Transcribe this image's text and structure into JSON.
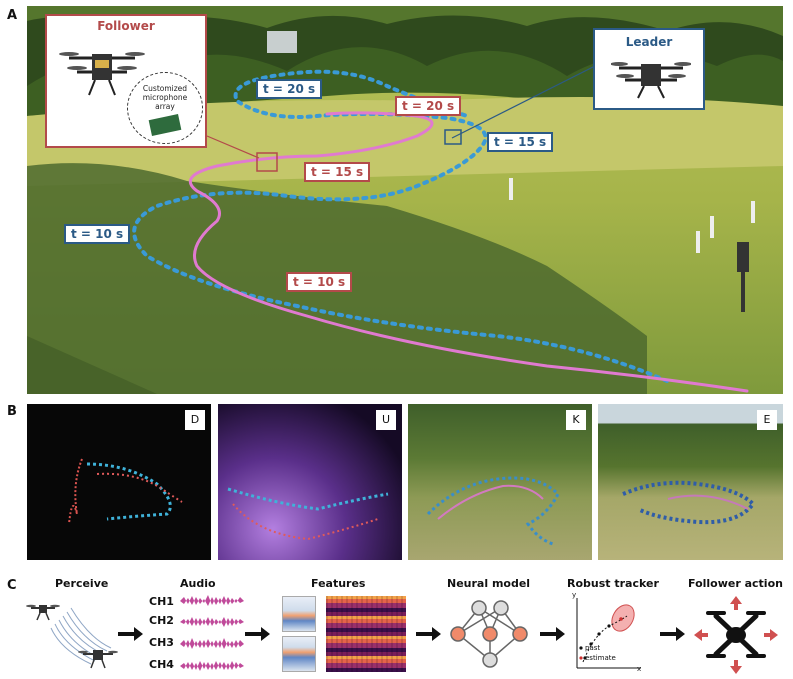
{
  "panel_a": {
    "letter": "A",
    "follower_title": "Follower",
    "mic_label": "Customized microphone array",
    "leader_title": "Leader",
    "blue_labels": [
      "t = 20 s",
      "t = 15 s",
      "t = 10 s"
    ],
    "red_labels": [
      "t = 20 s",
      "t = 15 s",
      "t = 10 s"
    ]
  },
  "panel_b": {
    "letter": "B",
    "tiles": [
      "D",
      "U",
      "K",
      "E"
    ]
  },
  "panel_c": {
    "letter": "C",
    "steps": [
      "Perceive",
      "Audio",
      "Features",
      "Neural model",
      "Robust tracker",
      "Follower action"
    ],
    "channels": [
      "CH1",
      "CH2",
      "CH3",
      "CH4"
    ],
    "tracker_legend": [
      "past",
      "estimate"
    ],
    "axis_x": "x",
    "axis_y": "y"
  },
  "colors": {
    "leader_blue": "#2b5a86",
    "follower_red": "#b34a4a",
    "trail_blue": "#3a9ad6",
    "trail_pink": "#e07ad0"
  }
}
